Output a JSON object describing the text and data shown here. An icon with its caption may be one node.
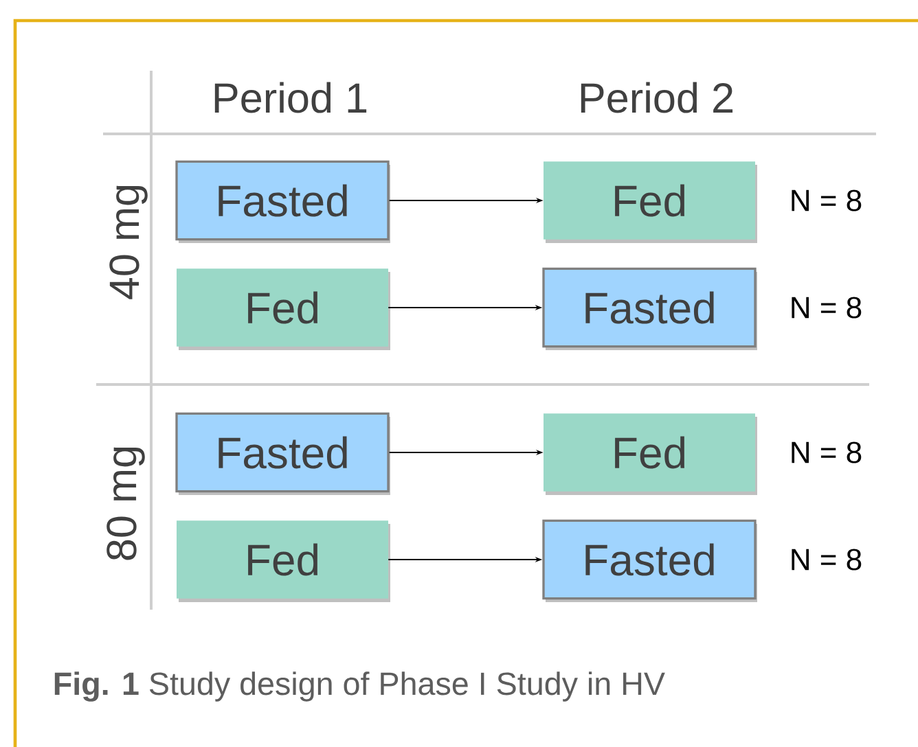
{
  "diagram": {
    "caption": "**Fig. 1** Study design of Phase I Study in HV",
    "nodes": [
      {
        "text": [
          "Fasted"
        ]
      },
      {
        "text": [
          "Fed"
        ],
        "beside": [
          "N = 8"
        ]
      },
      {
        "text": [
          "Fed"
        ]
      },
      {
        "text": [
          "Fasted"
        ],
        "beside": [
          "N = 8"
        ]
      },
      {
        "text": [
          "Fasted"
        ]
      },
      {
        "text": [
          "Fed"
        ],
        "beside": [
          "N = 8"
        ]
      },
      {
        "text": [
          "Fed"
        ]
      },
      {
        "text": [
          "Fasted"
        ],
        "beside": [
          "N = 8"
        ]
      }
    ],
    "edges": [
      {
        "from": 0,
        "to": 1,
        "arrow": "to"
      },
      {
        "from": 2,
        "to": 3,
        "arrow": "to"
      },
      {
        "from": 4,
        "to": 5,
        "arrow": "to"
      },
      {
        "from": 6,
        "to": 7,
        "arrow": "to"
      }
    ],
    "labels": [
      "Period 1",
      "Period 2",
      "40 mg",
      "80 mg"
    ]
  }
}
